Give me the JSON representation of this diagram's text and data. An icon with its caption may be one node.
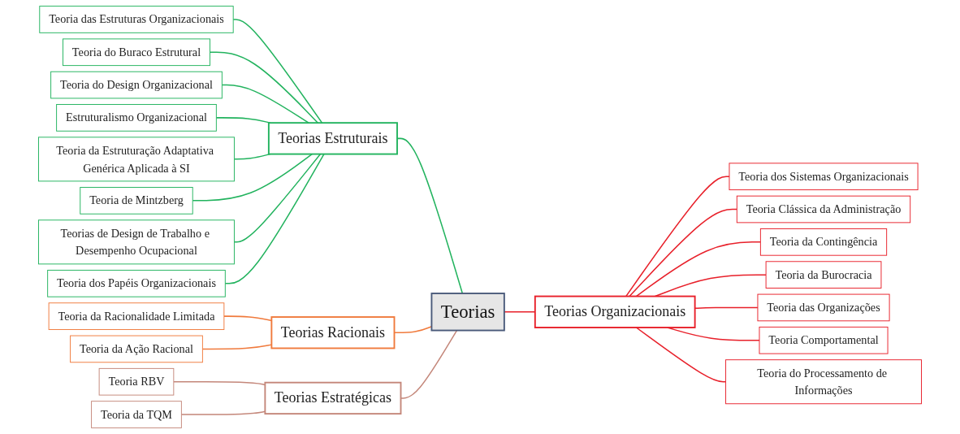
{
  "diagram": {
    "nodes": [
      {
        "text": [
          "Teorias"
        ]
      },
      {
        "text": [
          "Teorias Estruturais"
        ]
      },
      {
        "text": [
          "Teoria das Estruturas Organizacionais"
        ]
      },
      {
        "text": [
          "Teoria do Buraco Estrutural"
        ]
      },
      {
        "text": [
          "Teoria do Design Organizacional"
        ]
      },
      {
        "text": [
          "Estruturalismo Organizacional"
        ]
      },
      {
        "text": [
          "Teoria da Estruturação Adaptativa Genérica Aplicada à SI"
        ]
      },
      {
        "text": [
          "Teoria de Mintzberg"
        ]
      },
      {
        "text": [
          "Teorias de Design de Trabalho e Desempenho Ocupacional"
        ]
      },
      {
        "text": [
          "Teoria dos Papéis Organizacionais"
        ]
      },
      {
        "text": [
          "Teorias Racionais"
        ]
      },
      {
        "text": [
          "Teoria da Racionalidade Limitada"
        ]
      },
      {
        "text": [
          "Teoria da Ação Racional"
        ]
      },
      {
        "text": [
          "Teorias Estratégicas"
        ]
      },
      {
        "text": [
          "Teoria RBV"
        ]
      },
      {
        "text": [
          "Teoria da TQM"
        ]
      },
      {
        "text": [
          "Teorias Organizacionais"
        ]
      },
      {
        "text": [
          "Teoria dos Sistemas Organizacionais"
        ]
      },
      {
        "text": [
          "Teoria Clássica da Administração"
        ]
      },
      {
        "text": [
          "Teoria da Contingência"
        ]
      },
      {
        "text": [
          "Teoria da Burocracia"
        ]
      },
      {
        "text": [
          "Teoria das Organizações"
        ]
      },
      {
        "text": [
          "Teoria Comportamental"
        ]
      },
      {
        "text": [
          "Teoria do Processamento de Informações"
        ]
      }
    ],
    "edges": [
      {
        "from": 1,
        "to": 0,
        "arrow": "none"
      },
      {
        "from": 2,
        "to": 1,
        "arrow": "none"
      },
      {
        "from": 3,
        "to": 1,
        "arrow": "none"
      },
      {
        "from": 4,
        "to": 1,
        "arrow": "none"
      },
      {
        "from": 5,
        "to": 1,
        "arrow": "none"
      },
      {
        "from": 6,
        "to": 1,
        "arrow": "none"
      },
      {
        "from": 7,
        "to": 1,
        "arrow": "none"
      },
      {
        "from": 8,
        "to": 1,
        "arrow": "none"
      },
      {
        "from": 9,
        "to": 1,
        "arrow": "none"
      },
      {
        "from": 10,
        "to": 0,
        "arrow": "none",
        "color": "#f07a3c"
      },
      {
        "from": 11,
        "to": 10,
        "arrow": "none",
        "color": "#f07a3c"
      },
      {
        "from": 12,
        "to": 10,
        "arrow": "none",
        "color": "#f07a3c"
      },
      {
        "from": 13,
        "to": 0,
        "arrow": "none",
        "color": "#c4877a"
      },
      {
        "from": 14,
        "to": 13,
        "arrow": "none",
        "color": "#c4877a"
      },
      {
        "from": 15,
        "to": 13,
        "arrow": "none",
        "color": "#c4877a"
      },
      {
        "from": 0,
        "to": 16,
        "arrow": "none",
        "color": "#e8202a"
      },
      {
        "from": 16,
        "to": 17,
        "arrow": "none",
        "color": "#e8202a"
      },
      {
        "from": 16,
        "to": 18,
        "arrow": "none",
        "color": "#e8202a"
      },
      {
        "from": 16,
        "to": 19,
        "arrow": "none",
        "color": "#e8202a"
      },
      {
        "from": 16,
        "to": 20,
        "arrow": "none",
        "color": "#e8202a"
      },
      {
        "from": 16,
        "to": 21,
        "arrow": "none",
        "color": "#e8202a"
      },
      {
        "from": 16,
        "to": 22,
        "arrow": "none",
        "color": "#e8202a"
      },
      {
        "from": 16,
        "to": 23,
        "arrow": "none",
        "color": "#e8202a"
      }
    ]
  }
}
